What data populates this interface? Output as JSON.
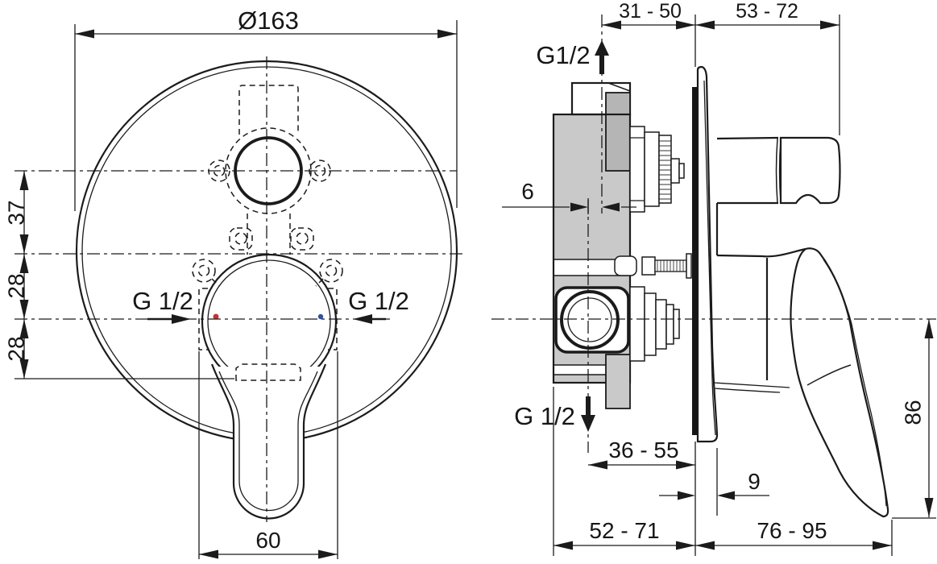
{
  "front_view": {
    "diameter_label": "Ø163",
    "vertical_dims": [
      "37",
      "28",
      "28"
    ],
    "handle_width_label": "60",
    "inlet_left_label": "G 1/2",
    "inlet_right_label": "G 1/2",
    "hot_indicator_color": "#c23531",
    "cold_indicator_color": "#31519e"
  },
  "side_view": {
    "wall_depth_label": "31 - 50",
    "front_depth_label": "53 - 72",
    "top_outlet_thread_label": "G1/2",
    "axis_offset_label": "6",
    "bottom_outlet_thread_label": "G 1/2",
    "outlet_to_wall_label": "36 - 55",
    "plate_projection_label": "9",
    "body_to_wall_label": "52 - 71",
    "handle_projection_label": "76 - 95",
    "handle_height_label": "86"
  }
}
